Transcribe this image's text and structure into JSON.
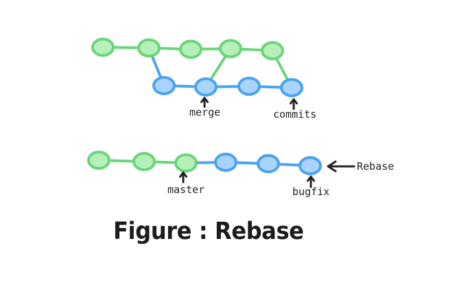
{
  "colors": {
    "main_fill": "#b5f0b8",
    "main_stroke": "#6bd57a",
    "branch_fill": "#a9d4ff",
    "branch_stroke": "#4ba3f0",
    "arrow": "#222222"
  },
  "top_diagram": {
    "labels": {
      "merge": "merge",
      "commits": "commits"
    }
  },
  "bottom_diagram": {
    "labels": {
      "master": "master",
      "bugfix": "bugfix",
      "rebase": "Rebase"
    }
  },
  "caption": "Figure : Rebase"
}
